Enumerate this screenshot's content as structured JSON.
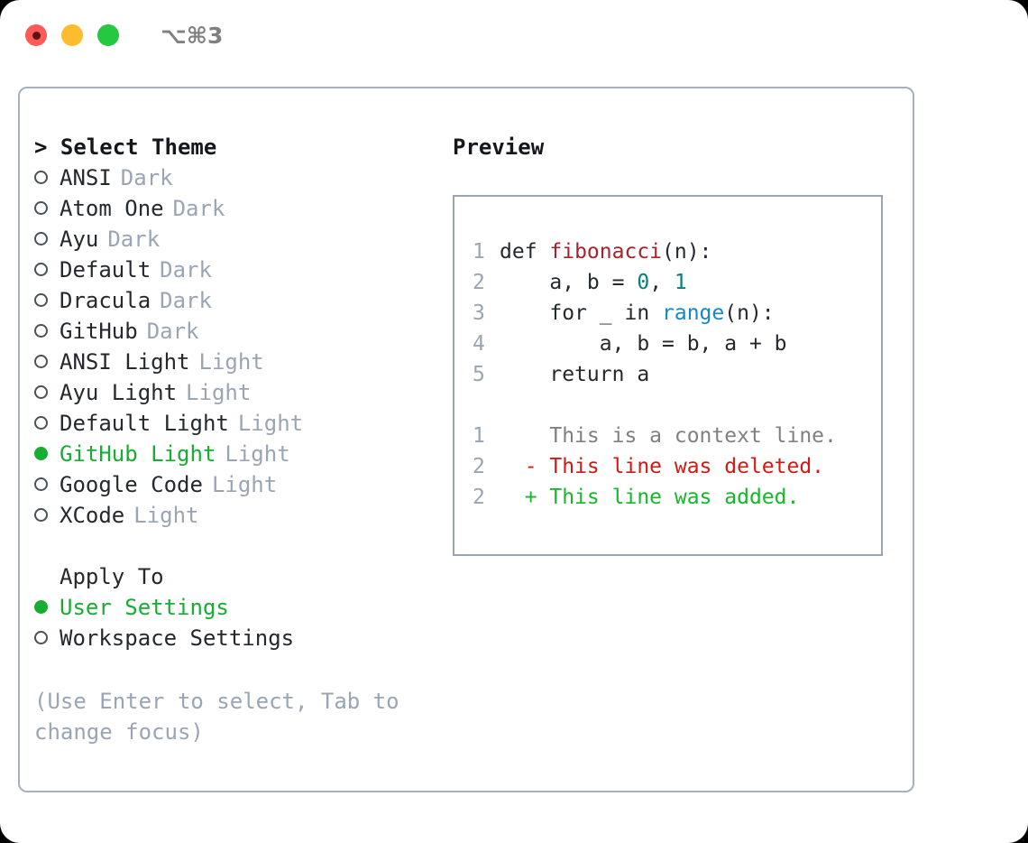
{
  "titlebar": {
    "shortcut": "⌥⌘3",
    "buttons": [
      {
        "name": "close",
        "color": "#fc5b57"
      },
      {
        "name": "minimize",
        "color": "#fcbc2d"
      },
      {
        "name": "maximize",
        "color": "#26c83f"
      }
    ]
  },
  "theme_picker": {
    "header": "> Select Theme",
    "items": [
      {
        "label": "ANSI",
        "badge": "Dark",
        "selected": false
      },
      {
        "label": "Atom One",
        "badge": "Dark",
        "selected": false
      },
      {
        "label": "Ayu",
        "badge": "Dark",
        "selected": false
      },
      {
        "label": "Default",
        "badge": "Dark",
        "selected": false
      },
      {
        "label": "Dracula",
        "badge": "Dark",
        "selected": false
      },
      {
        "label": "GitHub",
        "badge": "Dark",
        "selected": false
      },
      {
        "label": "ANSI Light",
        "badge": "Light",
        "selected": false
      },
      {
        "label": "Ayu Light",
        "badge": "Light",
        "selected": false
      },
      {
        "label": "Default Light",
        "badge": "Light",
        "selected": false
      },
      {
        "label": "GitHub Light",
        "badge": "Light",
        "selected": true
      },
      {
        "label": "Google Code",
        "badge": "Light",
        "selected": false
      },
      {
        "label": "XCode",
        "badge": "Light",
        "selected": false
      }
    ]
  },
  "apply_to": {
    "header": "Apply To",
    "options": [
      {
        "label": "User Settings",
        "selected": true
      },
      {
        "label": "Workspace Settings",
        "selected": false
      }
    ]
  },
  "hint": {
    "line1": "(Use Enter to select, Tab to",
    "line2": "change focus)"
  },
  "preview": {
    "title": "Preview",
    "code_lines": [
      {
        "num": "1",
        "tokens": [
          {
            "text": "def ",
            "kind": "plain"
          },
          {
            "text": "fibonacci",
            "kind": "fn"
          },
          {
            "text": "(n):",
            "kind": "plain"
          }
        ]
      },
      {
        "num": "2",
        "tokens": [
          {
            "text": "    a, b = ",
            "kind": "plain"
          },
          {
            "text": "0",
            "kind": "num"
          },
          {
            "text": ", ",
            "kind": "plain"
          },
          {
            "text": "1",
            "kind": "num"
          }
        ]
      },
      {
        "num": "3",
        "tokens": [
          {
            "text": "    for _ in ",
            "kind": "plain"
          },
          {
            "text": "range",
            "kind": "builtin"
          },
          {
            "text": "(n):",
            "kind": "plain"
          }
        ]
      },
      {
        "num": "4",
        "tokens": [
          {
            "text": "        a, b = b, a + b",
            "kind": "plain"
          }
        ]
      },
      {
        "num": "5",
        "tokens": [
          {
            "text": "    return a",
            "kind": "plain"
          }
        ]
      }
    ],
    "diff_lines": [
      {
        "num": "1",
        "sign": " ",
        "text": " This is a context line.",
        "kind": "context"
      },
      {
        "num": "2",
        "sign": "-",
        "text": " This line was deleted.",
        "kind": "deleted"
      },
      {
        "num": "2",
        "sign": "+",
        "text": " This line was added.",
        "kind": "added"
      }
    ]
  },
  "colors": {
    "accent_green": "#18ad32",
    "muted": "#9aa5b4",
    "border": "#a7b0bd",
    "text": "#24292e",
    "fn_red": "#a6232c",
    "number_teal": "#0a7d7d",
    "builtin_blue": "#1786c8",
    "diff_delete": "#d11a16",
    "diff_add": "#16b72c"
  }
}
